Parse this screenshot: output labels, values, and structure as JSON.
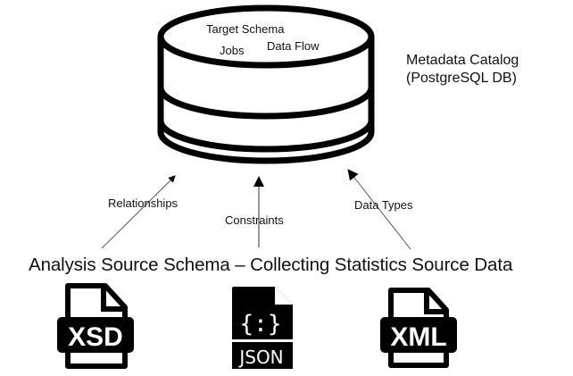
{
  "database": {
    "icon": "database-cylinder-icon",
    "contents": [
      "Target Schema",
      "Jobs",
      "Data Flow"
    ],
    "caption_line1": "Metadata Catalog",
    "caption_line2": "(PostgreSQL DB)"
  },
  "edges": [
    {
      "label": "Relationships",
      "direction": "up-right"
    },
    {
      "label": "Constraints",
      "direction": "up"
    },
    {
      "label": "Data Types",
      "direction": "up-left"
    }
  ],
  "source": {
    "headline": "Analysis Source Schema – Collecting Statistics Source Data",
    "files": [
      {
        "icon": "xsd-file-icon",
        "label": "XSD"
      },
      {
        "icon": "json-file-icon",
        "glyph": "{:}",
        "label": "JSON"
      },
      {
        "icon": "xml-file-icon",
        "label": "XML"
      }
    ]
  }
}
